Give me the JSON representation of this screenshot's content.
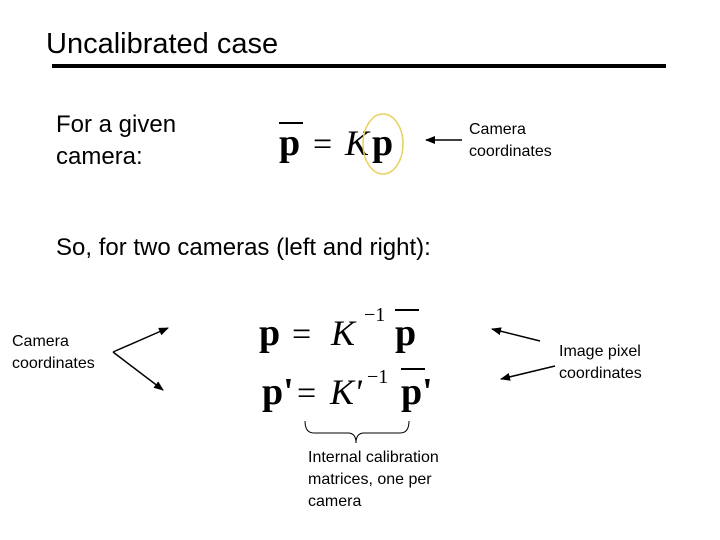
{
  "title": "Uncalibrated case",
  "intro_text": [
    "For a given",
    "camera:"
  ],
  "equation_top": {
    "lhs": "p",
    "eq": "=",
    "mat": "K",
    "rhs": "p"
  },
  "camera_coordinates_top": [
    "Camera",
    "coordinates"
  ],
  "subtitle": "So, for two cameras (left and right):",
  "camera_coordinates_left": [
    "Camera",
    "coordinates"
  ],
  "equation_left": {
    "lhs": "p",
    "eq": "=",
    "mat": "K",
    "exp": "−1",
    "rhs": "p"
  },
  "equation_right": {
    "lhs": "p'",
    "eq": "=",
    "mat": "K'",
    "exp": "−1",
    "rhs": "p'"
  },
  "image_pixel_coordinates": [
    "Image pixel",
    "coordinates"
  ],
  "calibration_note": [
    "Internal calibration",
    "matrices, one per",
    "camera"
  ],
  "colors": {
    "highlight_circle": "#e8d060",
    "text": "#000000"
  }
}
